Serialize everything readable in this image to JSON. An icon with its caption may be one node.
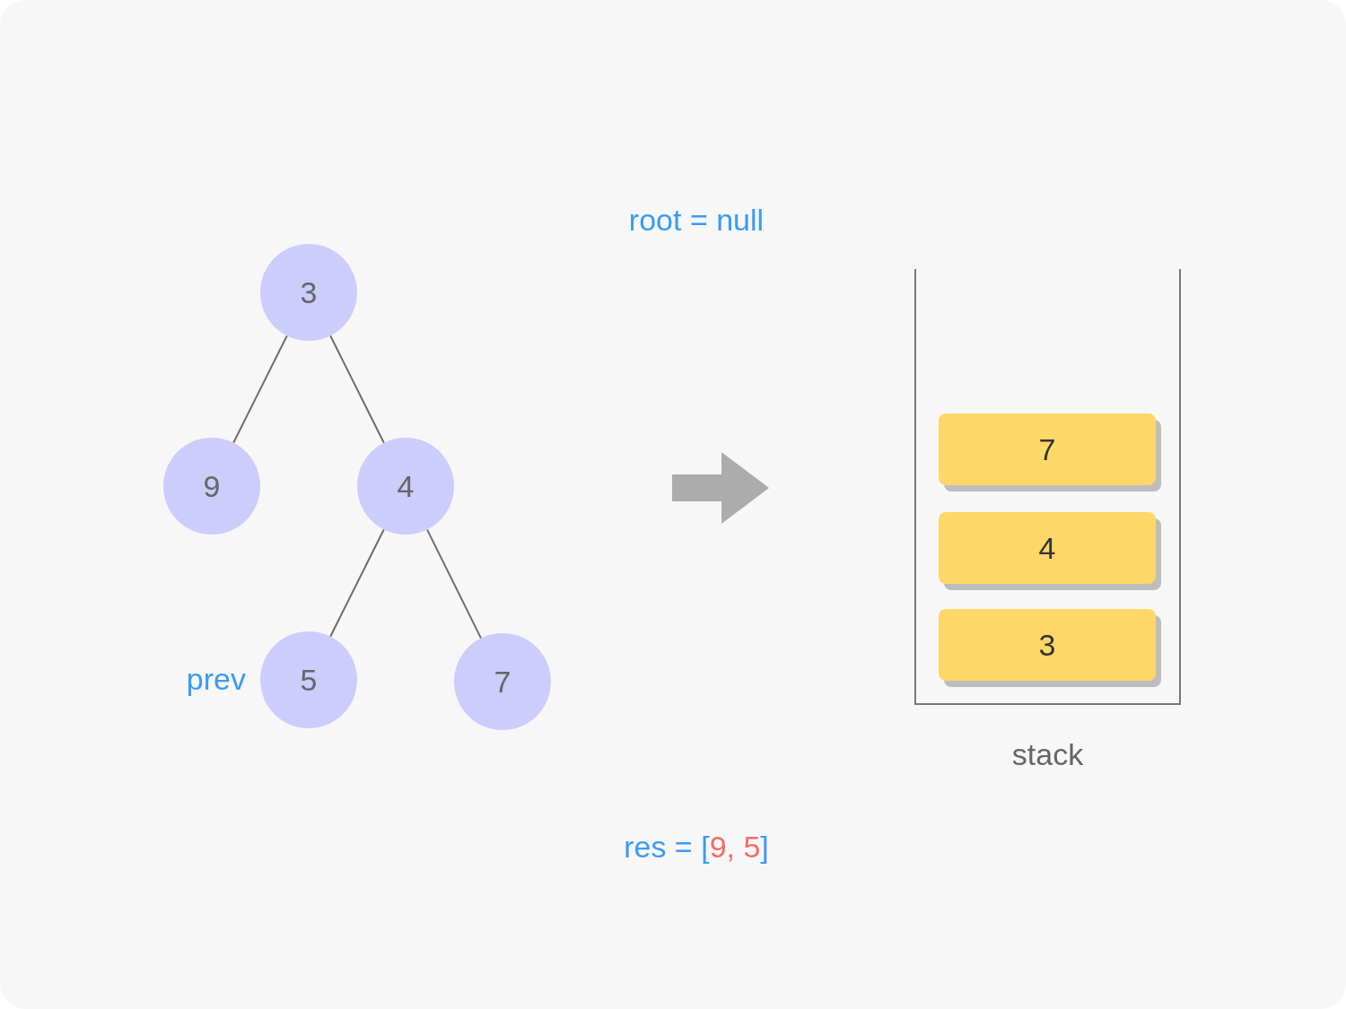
{
  "diagram": {
    "nodes": [
      {
        "text": [
          "3"
        ]
      },
      {
        "text": [
          "9"
        ]
      },
      {
        "text": [
          "4"
        ]
      },
      {
        "text": [
          "5"
        ],
        "beside": [
          "prev"
        ]
      },
      {
        "text": [
          "7"
        ]
      },
      {
        "text": [
          "stack"
        ]
      },
      {
        "text": [
          "7"
        ],
        "in": 5
      },
      {
        "text": [
          "4"
        ],
        "in": 5
      },
      {
        "text": [
          "3"
        ],
        "in": 5
      }
    ],
    "edges": [
      {
        "from": 0,
        "to": 1,
        "arrow": "none"
      },
      {
        "from": 0,
        "to": 2,
        "arrow": "none"
      },
      {
        "from": 2,
        "to": 3,
        "arrow": "none"
      },
      {
        "from": 2,
        "to": 4,
        "arrow": "none"
      }
    ],
    "labels": [
      "root = null",
      "res = [9, 5]"
    ]
  }
}
